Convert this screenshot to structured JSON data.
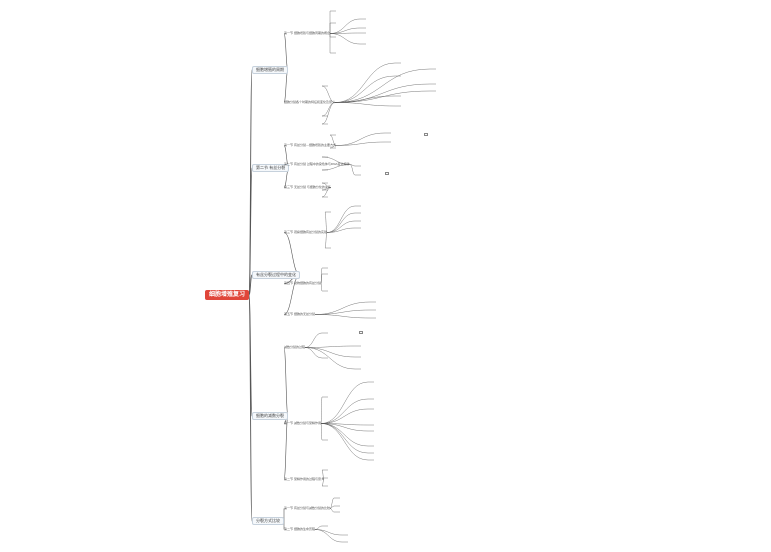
{
  "theme": {
    "root_color": "#e0463a",
    "line_color": "#555555",
    "branch_border": "#c6d1dc"
  },
  "root": {
    "label": "细胞增殖复习"
  },
  "branches": [
    {
      "label": "细胞增殖的周期",
      "children": [
        {
          "label": "第一节 细胞增殖与细胞周期的概念"
        },
        {
          "label": "细胞分裂各个时期的特征和变化及意义"
        }
      ]
    },
    {
      "label": "第二节 有丝分裂",
      "children": [
        {
          "label": "第一节 有丝分裂—细胞增殖的主要方式"
        },
        {
          "label": "第二节 有丝分裂 过程中的染色体与DNA变化规律"
        },
        {
          "label": "第三节 无丝分裂 与细胞分化的关系"
        }
      ]
    },
    {
      "label": "有丝分裂过程中的变化",
      "children": [
        {
          "label": "第三节 观察细胞有丝分裂的实验"
        },
        {
          "label": "第四节 动物细胞的有丝分裂"
        },
        {
          "label": "第五节 细胞的无丝分裂"
        }
      ]
    },
    {
      "label": "细胞的减数分裂",
      "children": [
        {
          "label": "减数分裂的过程"
        },
        {
          "label": "第一节 减数分裂与受精作用"
        },
        {
          "label": "第二节 受精作用的过程与意义"
        }
      ]
    },
    {
      "label": "分裂方式比较",
      "children": [
        {
          "label": "第一节 有丝分裂与减数分裂的比较"
        },
        {
          "label": "第二节 细胞的生命历程"
        }
      ]
    }
  ]
}
